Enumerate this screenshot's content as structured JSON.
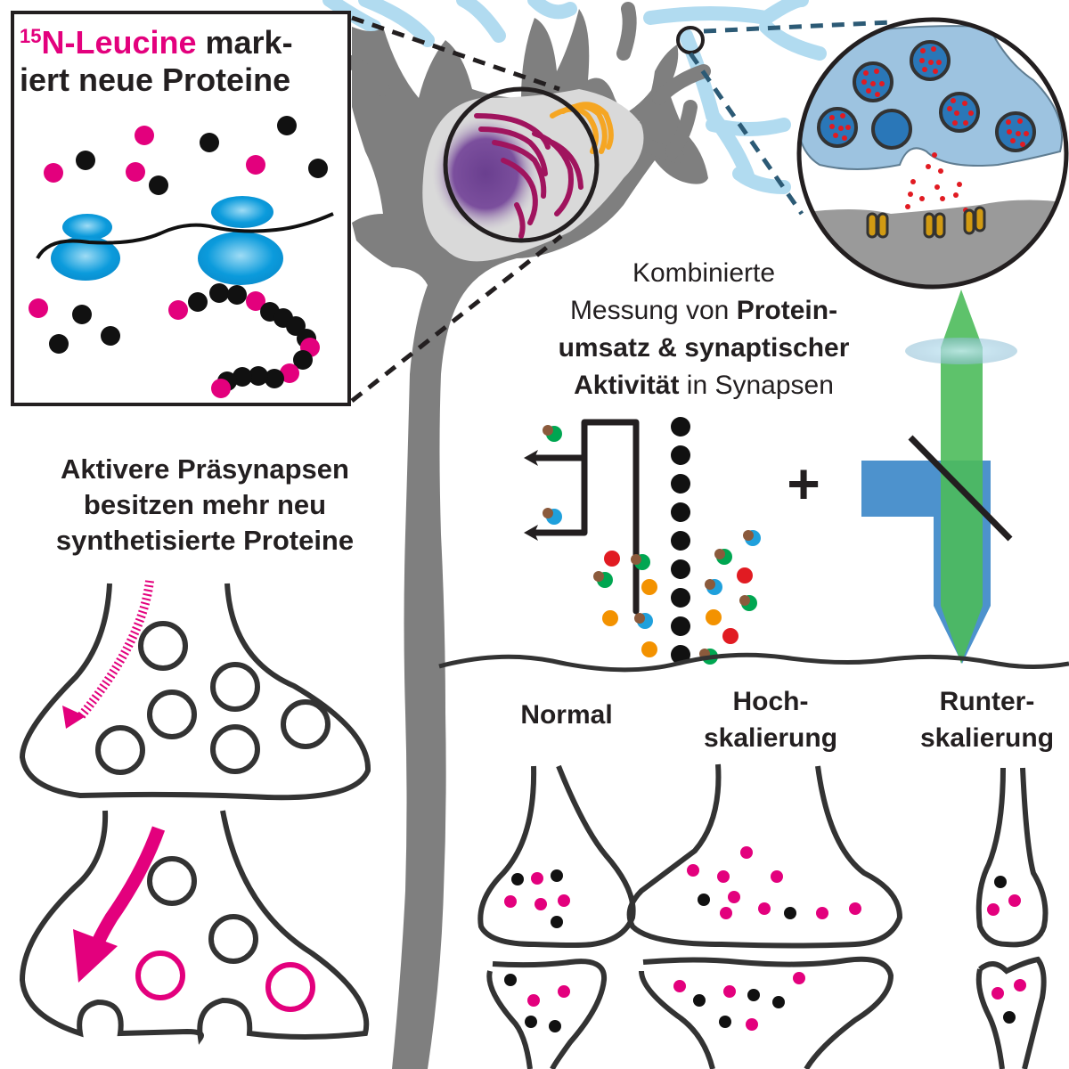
{
  "colors": {
    "magenta": "#e3007d",
    "black": "#111111",
    "outline": "#333333",
    "neuron_gray": "#7f7f7f",
    "soma_light": "#d9d9d9",
    "dendrite_blue": "#a9d8ef",
    "nucleus_purple": "#7b4f9d",
    "er_color": "#a0145e",
    "golgi_color": "#f5a623",
    "ribosome_blue": "#0b9bdc",
    "presynapse_blue": "#9dc3e0",
    "vesicle_blue": "#2a77b8",
    "neurotransmitter_red": "#e11b22",
    "receptor_orange": "#f39200",
    "green_beam": "#4cbb5b",
    "blue_beam": "#3a86c8",
    "tag_brown": "#8b5a3c"
  },
  "leucine_box": {
    "title_superscript": "15",
    "title_highlight": "N-Leucine",
    "title_rest_line1": " mark-",
    "title_line2": "iert neue Proteine"
  },
  "measurement_text": {
    "line1": "Kombinierte",
    "line2_regular": "Messung von ",
    "line2_bold": "Protein-",
    "line3_bold": "umsatz & synaptischer",
    "line4_bold": "Aktivität",
    "line4_regular": " in Synapsen"
  },
  "active_presynapse_text": {
    "line1": "Aktivere Präsynapsen",
    "line2": "besitzen mehr neu",
    "line3": "synthetisierte Proteine"
  },
  "plus_sign": "+",
  "scaling_labels": {
    "normal": "Normal",
    "up_line1": "Hoch-",
    "up_line2": "skalierung",
    "down_line1": "Runter-",
    "down_line2": "skalierung"
  }
}
